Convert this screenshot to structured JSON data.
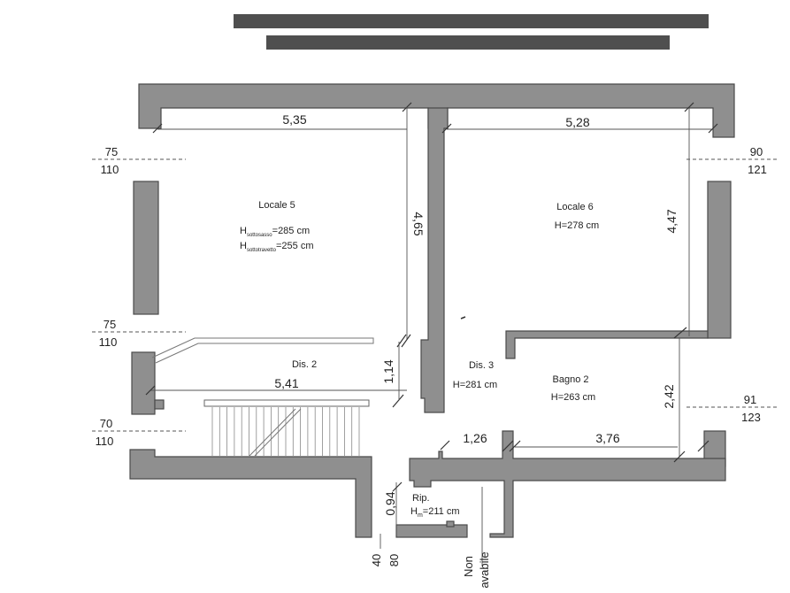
{
  "rooms": {
    "locale5": {
      "name": "Locale 5",
      "h1_label": "H",
      "h1_sub": "sottosasso",
      "h1_value": "=285 cm",
      "h2_label": "H",
      "h2_sub": "sottotravetto",
      "h2_value": "=255 cm"
    },
    "locale6": {
      "name": "Locale 6",
      "height": "H=278 cm"
    },
    "dis2": {
      "name": "Dis. 2"
    },
    "dis3": {
      "name": "Dis. 3",
      "height": "H=281 cm"
    },
    "bagno2": {
      "name": "Bagno 2",
      "height": "H=263 cm"
    },
    "rip": {
      "name": "Rip.",
      "h_label": "H",
      "h_sub": "m",
      "h_value": "=211 cm"
    }
  },
  "dimensions": {
    "top_left_width": "5,35",
    "top_right_width": "5,28",
    "left_room_depth": "4,65",
    "right_room_depth": "4,47",
    "corridor_depth": "1,14",
    "corridor_width": "5,41",
    "small_width": "1,26",
    "bath_width": "3,76",
    "bath_depth": "2,42",
    "rip_depth": "0,94"
  },
  "windows": {
    "left_top": {
      "width": "75",
      "height": "110"
    },
    "left_mid": {
      "width": "75",
      "height": "110"
    },
    "left_bottom": {
      "width": "70",
      "height": "110"
    },
    "right_top": {
      "width": "90",
      "height": "121"
    },
    "right_bottom": {
      "width": "91",
      "height": "123"
    }
  },
  "bottom_labels": {
    "door_a": "40",
    "door_b": "80",
    "note_1": "Non",
    "note_2": "avabile"
  },
  "colors": {
    "wall": "#8f8f8f",
    "wall_stroke": "#4a4a4a",
    "header_bar": "#4f4f4f"
  }
}
